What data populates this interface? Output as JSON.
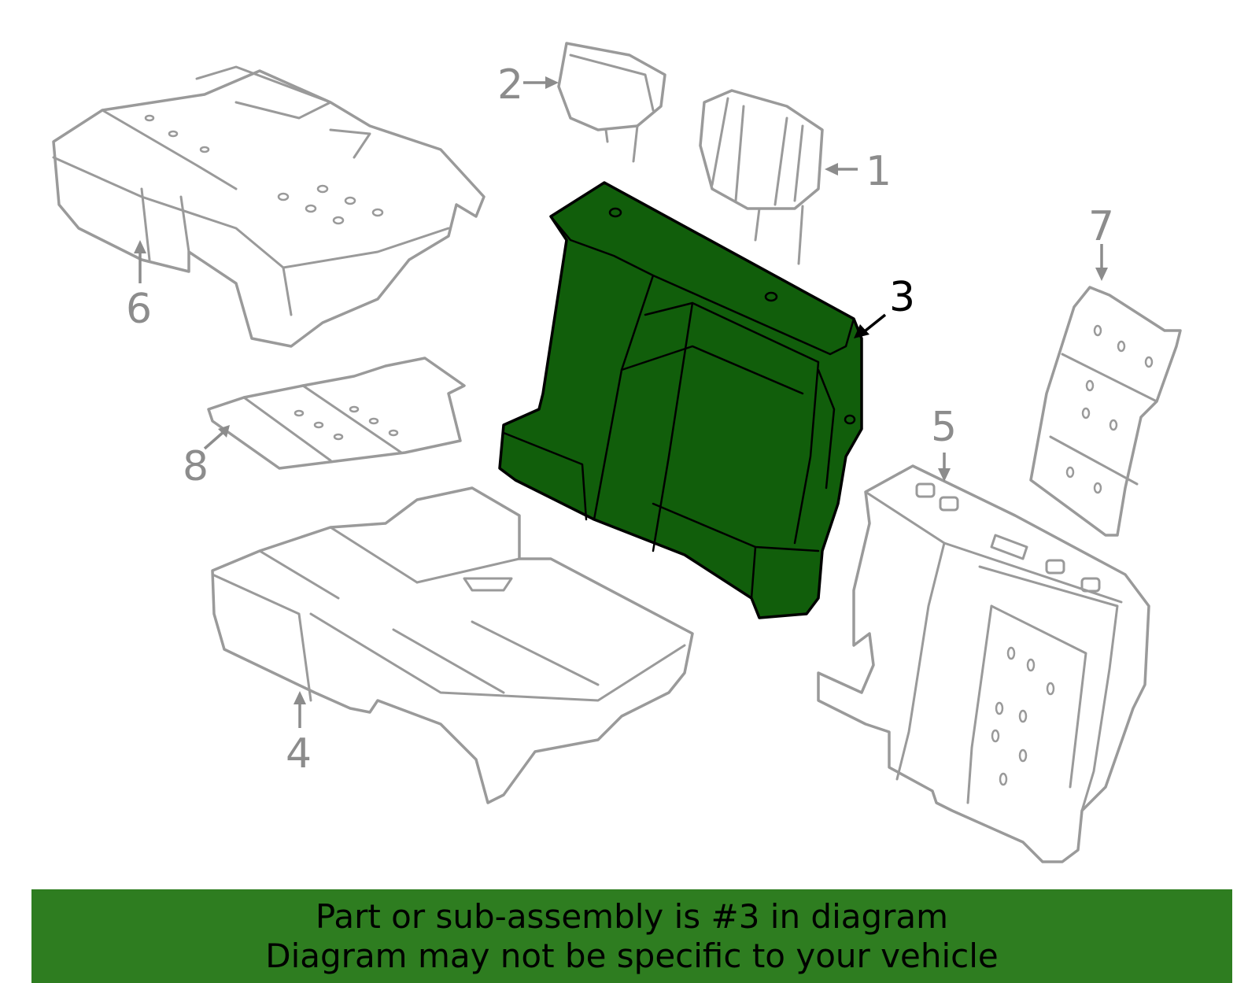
{
  "diagram": {
    "highlighted_part": "3",
    "highlight_color": "#115e0b",
    "banner_color": "#2e7d20",
    "part_color": "#9a9a9a",
    "callouts": {
      "c1": "1",
      "c2": "2",
      "c3": "3",
      "c4": "4",
      "c5": "5",
      "c6": "6",
      "c7": "7",
      "c8": "8"
    }
  },
  "banner": {
    "line1": "Part or sub-assembly is #3 in diagram",
    "line2": "Diagram may not be specific to your vehicle"
  }
}
